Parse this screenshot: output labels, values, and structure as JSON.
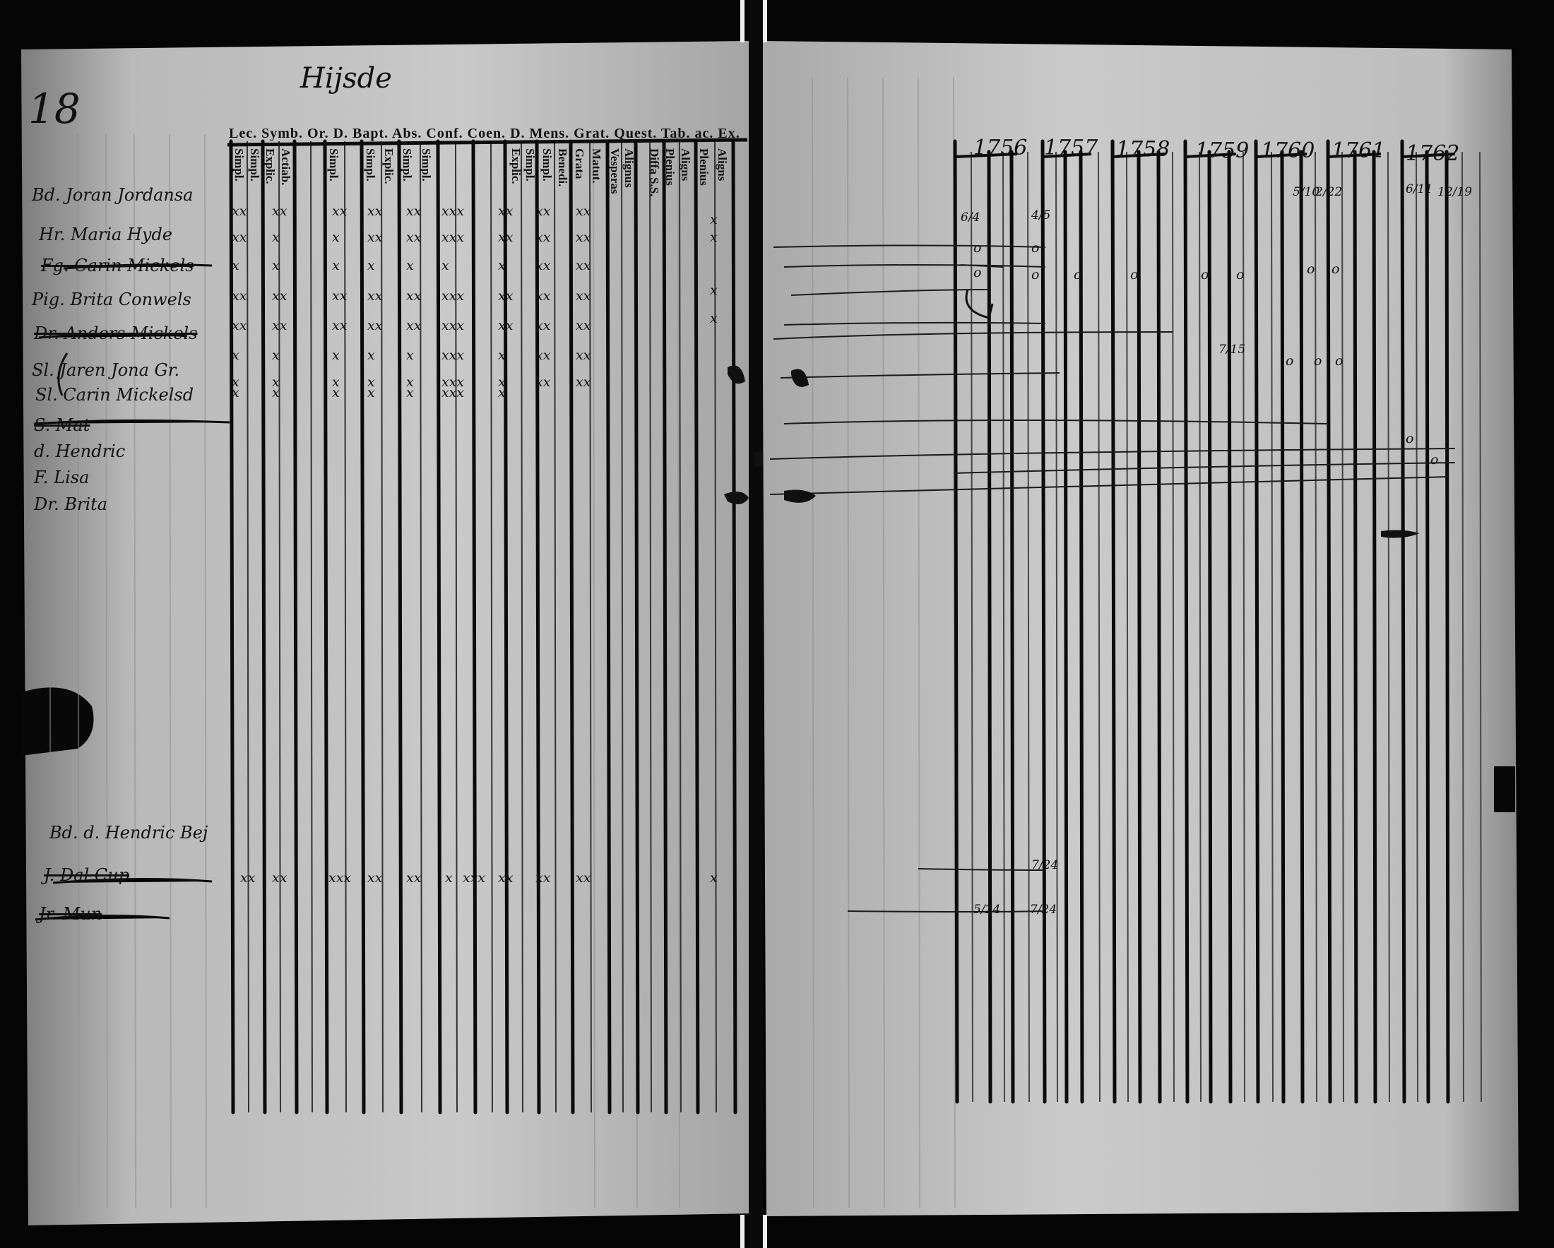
{
  "page": {
    "page_number": "18",
    "village": "Hijsde"
  },
  "left_header": {
    "top_row": "Lec. Symb. Or. D. Bapt. Abs. Conf. Coen. D. Mens. Grat. Quest. Tab. ac. Ex.",
    "columns": [
      "Simpl.",
      "Simpl.",
      "Explic.",
      "Actiab.",
      "Simpl.",
      "Simpl.",
      "Explic.",
      "Simpl.",
      "Simpl.",
      "Explic.",
      "Simpl.",
      "Simpl.",
      "Benedi.",
      "Grata",
      "Matut.",
      "Vesperas",
      "Alignus",
      "Diffa S.S.",
      "Plenius",
      "Aligns",
      "Plenius",
      "Aligns"
    ]
  },
  "persons": [
    {
      "label": "Bd. Joran Jordansa",
      "struck": false
    },
    {
      "label": "Hr. Maria Hyde",
      "struck": false
    },
    {
      "label": "Fg. Carin Mickels",
      "struck": true
    },
    {
      "label": "Pig. Brita Conwels",
      "struck": false
    },
    {
      "label": "Dr. Anders Mickels",
      "struck": true
    },
    {
      "label": "Sl. Jaren Jona Gr.",
      "struck": false
    },
    {
      "label": "Sl. Carin Mickelsd",
      "struck": false
    },
    {
      "label": "S. Mat",
      "struck": true
    },
    {
      "label": "d. Hendric",
      "struck": false
    },
    {
      "label": "F. Lisa",
      "struck": false
    },
    {
      "label": "Dr. Brita",
      "struck": false
    }
  ],
  "persons_lower": [
    {
      "label": "Bd. d. Hendric Bej",
      "struck": false
    },
    {
      "label": "J. Dal Cup",
      "struck": true
    },
    {
      "label": "Jr. Mun",
      "struck": true
    }
  ],
  "years": [
    "1756",
    "1757",
    "1758",
    "1759",
    "1760",
    "1761",
    "1762"
  ],
  "marks": {
    "cross": "x",
    "double": "xx",
    "triple": "xxx",
    "circle": "o",
    "fraction_a": "6/4",
    "fraction_b": "4/5",
    "fraction_c": "5/24",
    "fraction_d": "7/24",
    "fraction_e": "6/11",
    "fraction_f": "12/19",
    "fraction_g": "5/10",
    "fraction_h": "2/22",
    "fraction_i": "7/15"
  }
}
